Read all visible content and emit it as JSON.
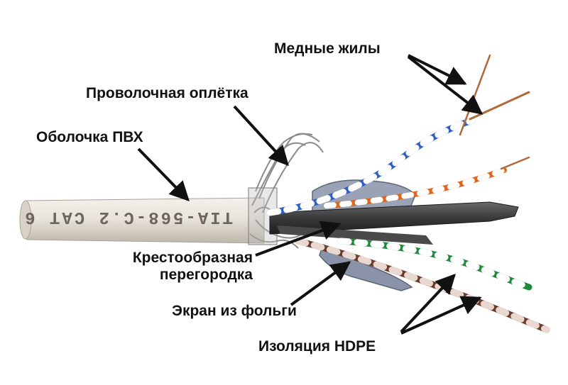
{
  "labels": {
    "copper_conductors": "Медные жилы",
    "wire_braid": "Проволочная оплётка",
    "pvc_jacket": "Оболочка ПВХ",
    "cross_separator_line1": "Крестообразная",
    "cross_separator_line2": "перегородка",
    "foil_screen": "Экран из фольги",
    "hdpe_insulation": "Изоляция HDPE"
  },
  "cable_print": "TIA-568-C.2 CAT 6",
  "colors": {
    "jacket": "#e9e4dc",
    "blue_pair": "#2d5fc4",
    "orange_pair": "#e0651f",
    "green_pair": "#1e8a3a",
    "brown_pair": "#6a3a2a",
    "copper": "#b06a3a",
    "foil": "#8a93a8",
    "separator": "#3a3a3a"
  }
}
